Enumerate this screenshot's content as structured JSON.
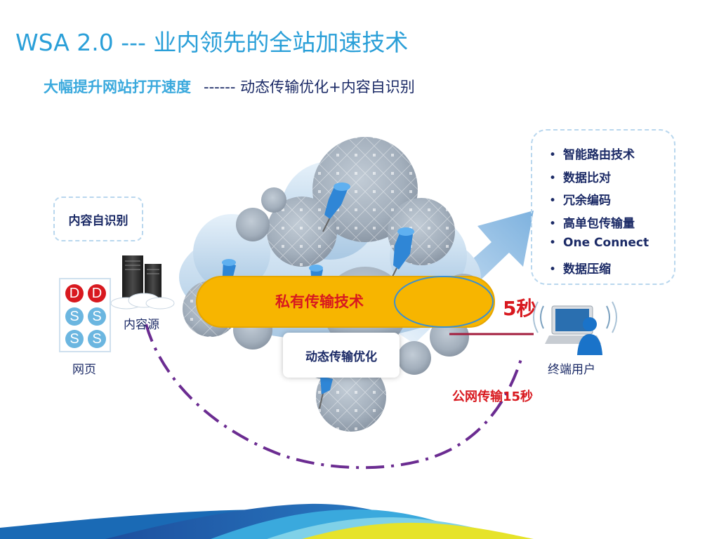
{
  "header": {
    "title": "WSA 2.0 --- 业内领先的全站加速技术",
    "subtitle_highlight": "大幅提升网站打开速度",
    "subtitle_rest": "------ 动态传输优化+内容自识别"
  },
  "diagram": {
    "content_recognition_tag": "内容自识别",
    "origin_label": "内容源",
    "webpage_label": "网页",
    "webpage_cells": [
      "D",
      "D",
      "S",
      "S",
      "S",
      "S"
    ],
    "private_transport_label": "私有传输技术",
    "dynamic_optimization_label": "动态传输优化",
    "fast_time_label": "5秒",
    "public_transport_label": "公网传输15秒",
    "end_user_label": "终端用户",
    "features": [
      "智能路由技术",
      "数据比对",
      "冗余编码",
      "高单包传输量",
      "One Connect",
      "数据压缩"
    ]
  },
  "colors": {
    "title_blue": "#2a9fd8",
    "highlight_blue": "#3aa9dd",
    "navy_text": "#1b2a66",
    "red_text": "#d8191f",
    "pipe_yellow": "#f7b500",
    "public_path_purple": "#6b2c91"
  }
}
